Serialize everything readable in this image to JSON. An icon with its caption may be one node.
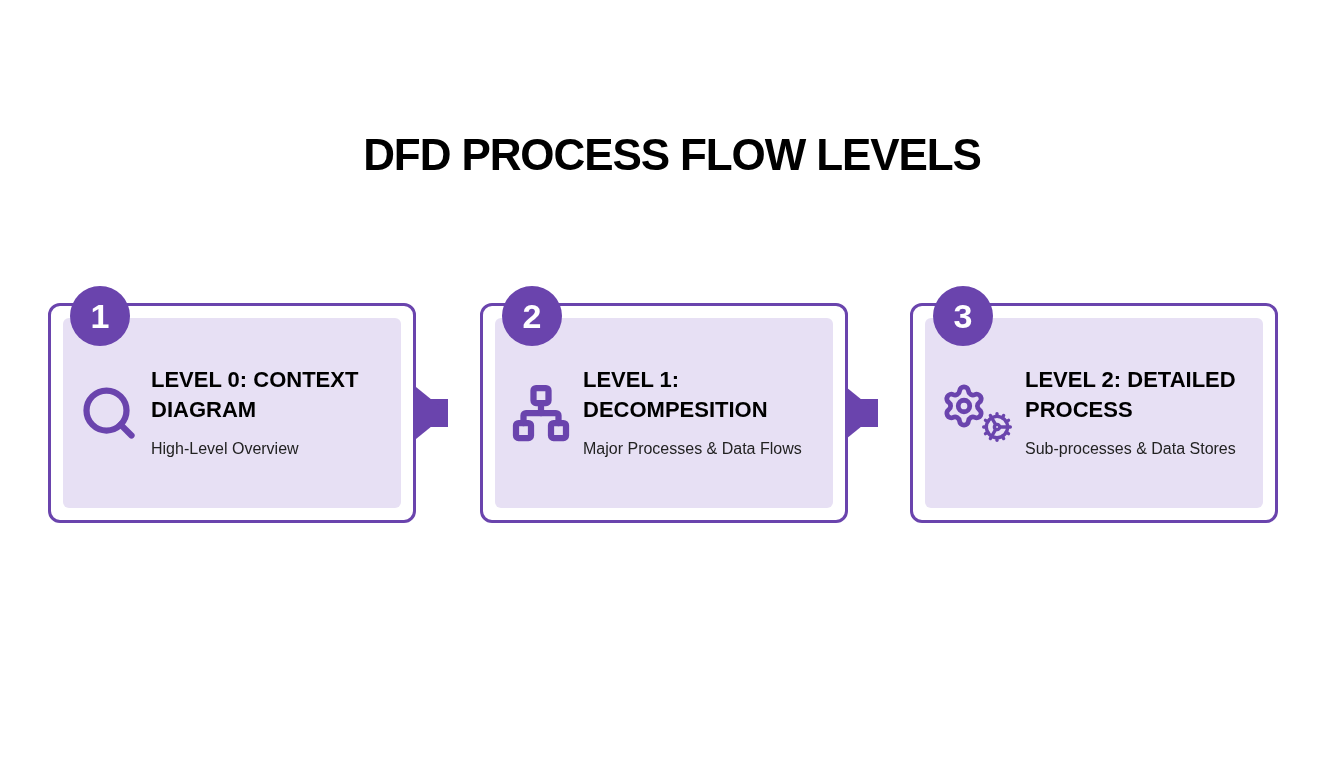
{
  "diagram": {
    "title": "DFD PROCESS FLOW LEVELS",
    "nodes": [
      {
        "text": [
          "LEVEL 0: CONTEXT DIAGRAM",
          "High-Level Overview"
        ]
      },
      {
        "text": [
          "1"
        ]
      },
      {
        "text": [
          "LEVEL 1: DECOMPESITION",
          "Major Processes & Data Flows"
        ]
      },
      {
        "text": [
          "2"
        ]
      },
      {
        "text": [
          "LEVEL 2: DETAILED PROCESS",
          "Sub-processes & Data Stores"
        ]
      },
      {
        "text": [
          "3"
        ]
      }
    ],
    "edges": [
      {
        "from": 0,
        "to": 2,
        "arrow": "to"
      },
      {
        "from": 2,
        "to": 4,
        "arrow": "to"
      }
    ]
  }
}
